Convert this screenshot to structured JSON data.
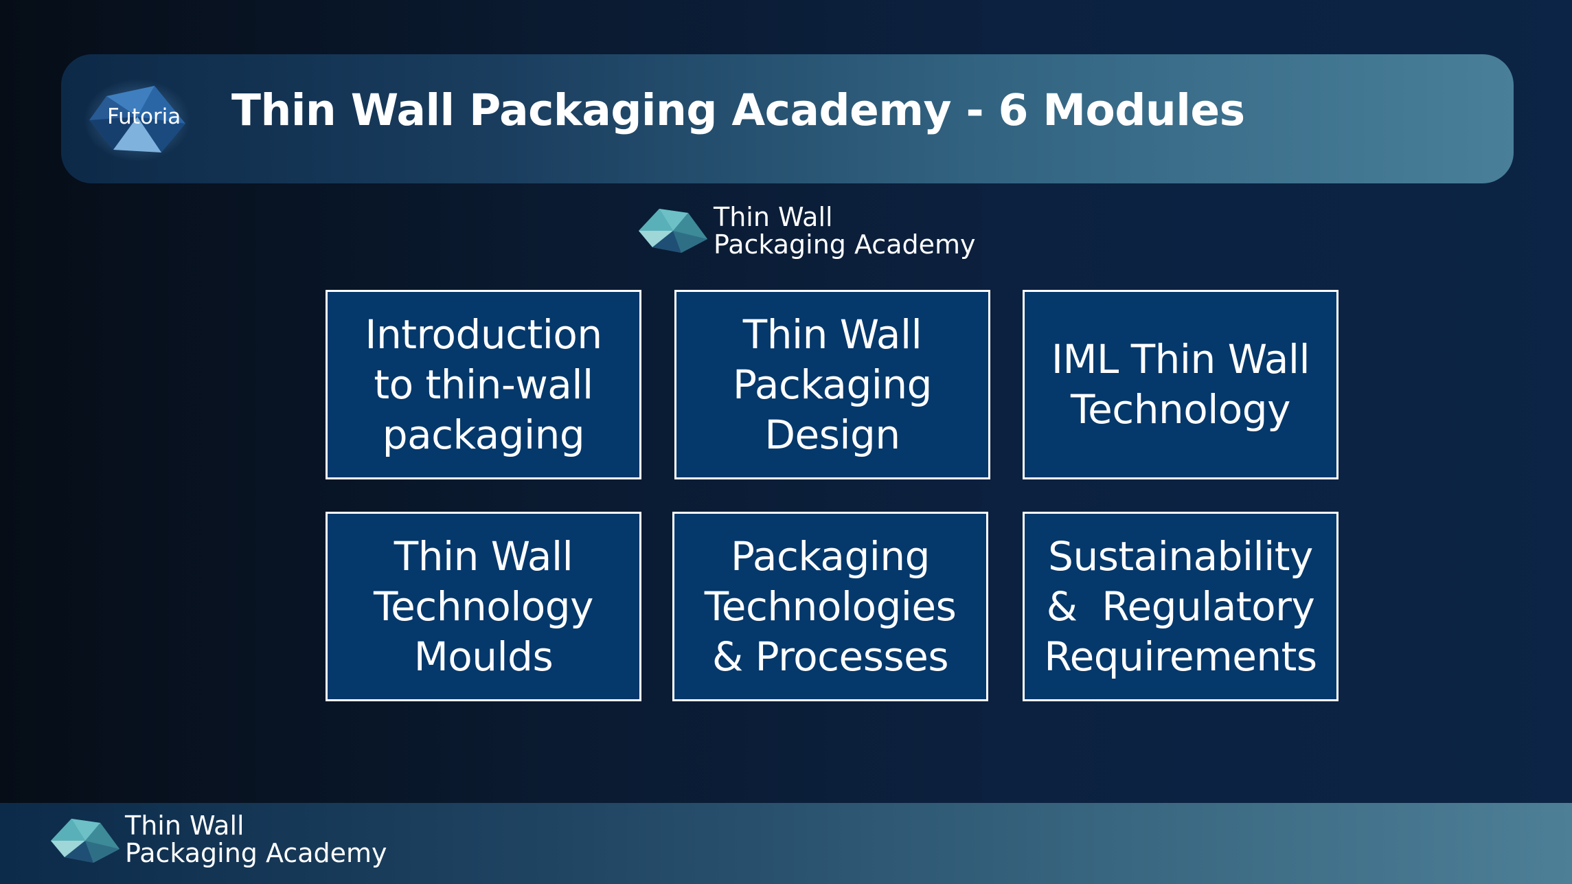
{
  "header": {
    "logo_text": "Futoria",
    "title": "Thin Wall Packaging Academy - 6 Modules"
  },
  "academy_logo": {
    "line1": "Thin Wall",
    "line2": "Packaging Academy"
  },
  "modules": [
    {
      "lines": [
        "Introduction",
        "to thin-wall",
        "packaging"
      ]
    },
    {
      "lines": [
        "Thin Wall",
        "Packaging",
        "Design"
      ]
    },
    {
      "lines": [
        "IML Thin Wall",
        "Technology"
      ]
    },
    {
      "lines": [
        "Thin Wall",
        "Technology",
        "Moulds"
      ]
    },
    {
      "lines": [
        "Packaging",
        "Technologies",
        "& Processes"
      ]
    },
    {
      "lines": [
        "Sustainability",
        "&  Regulatory",
        "Requirements"
      ]
    }
  ],
  "footer_logo": {
    "line1": "Thin Wall",
    "line2": "Packaging Academy"
  },
  "colors": {
    "module_fill": "#05386b",
    "module_border": "#ffffff",
    "accent_teal": "#5fb3b8"
  }
}
